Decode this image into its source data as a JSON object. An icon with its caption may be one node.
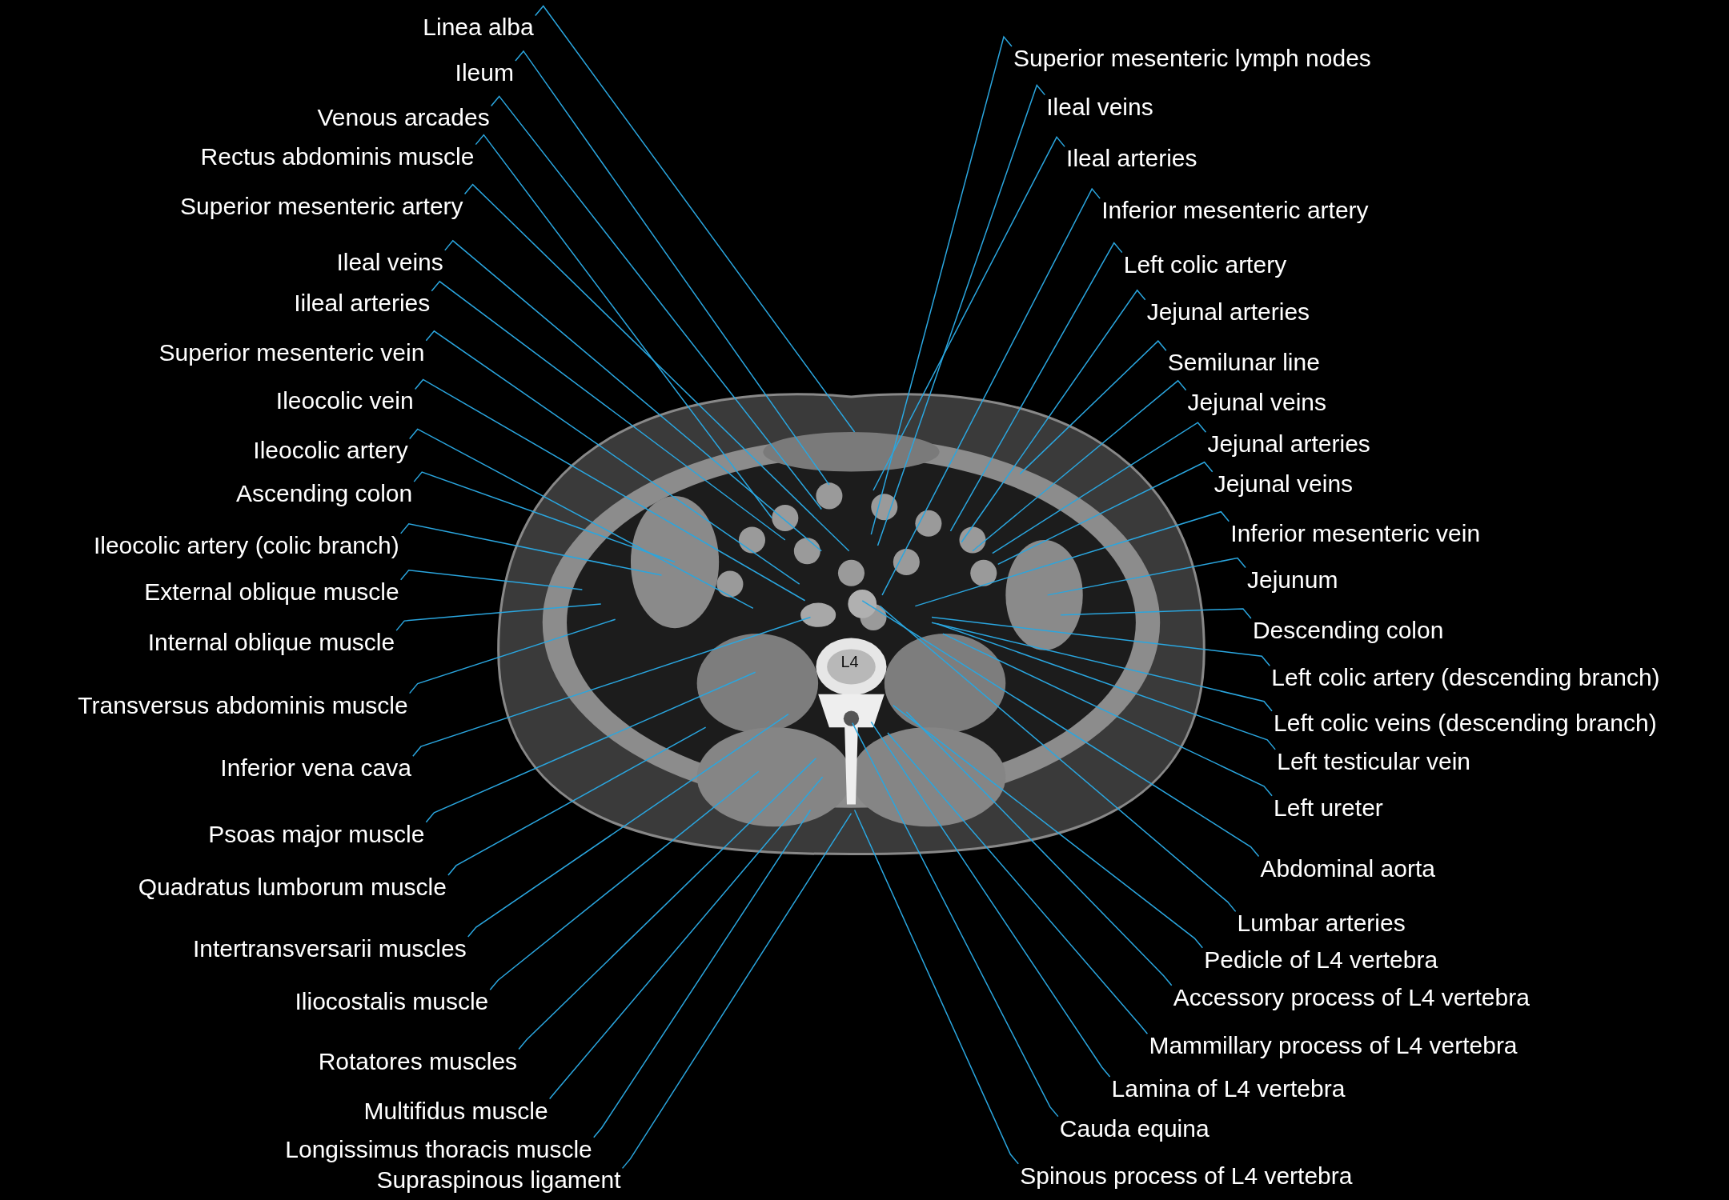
{
  "diagram": {
    "nodes": [
      {
        "text": [
          "Linea alba"
        ]
      },
      {
        "text": [
          "Ileum"
        ]
      },
      {
        "text": [
          "Venous arcades"
        ]
      },
      {
        "text": [
          "Rectus abdominis muscle"
        ]
      },
      {
        "text": [
          "Superior mesenteric artery"
        ]
      },
      {
        "text": [
          "Ileal veins"
        ]
      },
      {
        "text": [
          "Iileal arteries"
        ]
      },
      {
        "text": [
          "Superior mesenteric vein"
        ]
      },
      {
        "text": [
          "Ileocolic vein"
        ]
      },
      {
        "text": [
          "Ileocolic artery"
        ]
      },
      {
        "text": [
          "Ascending colon"
        ]
      },
      {
        "text": [
          "Ileocolic artery (colic branch)"
        ]
      },
      {
        "text": [
          "External oblique muscle"
        ]
      },
      {
        "text": [
          "Internal oblique muscle"
        ]
      },
      {
        "text": [
          "Transversus abdominis muscle"
        ]
      },
      {
        "text": [
          "Inferior vena cava"
        ]
      },
      {
        "text": [
          "Psoas major muscle"
        ]
      },
      {
        "text": [
          "Quadratus lumborum muscle"
        ]
      },
      {
        "text": [
          "Intertransversarii muscles"
        ]
      },
      {
        "text": [
          "Iliocostalis muscle"
        ]
      },
      {
        "text": [
          "Rotatores muscles"
        ]
      },
      {
        "text": [
          "Multifidus muscle"
        ]
      },
      {
        "text": [
          "Longissimus thoracis muscle"
        ]
      },
      {
        "text": [
          "Supraspinous ligament"
        ]
      },
      {
        "text": [
          "Superior mesenteric lymph nodes"
        ]
      },
      {
        "text": [
          "Ileal veins"
        ]
      },
      {
        "text": [
          "Ileal arteries"
        ]
      },
      {
        "text": [
          "Inferior mesenteric artery"
        ]
      },
      {
        "text": [
          "Left colic artery"
        ]
      },
      {
        "text": [
          "Jejunal arteries"
        ]
      },
      {
        "text": [
          "Semilunar line"
        ]
      },
      {
        "text": [
          "Jejunal veins"
        ]
      },
      {
        "text": [
          "Jejunal arteries"
        ]
      },
      {
        "text": [
          "Jejunal veins"
        ]
      },
      {
        "text": [
          "Inferior mesenteric vein"
        ]
      },
      {
        "text": [
          "Jejunum"
        ]
      },
      {
        "text": [
          "Descending colon"
        ]
      },
      {
        "text": [
          "Left colic artery (descending branch)"
        ]
      },
      {
        "text": [
          "Left colic veins (descending branch)"
        ]
      },
      {
        "text": [
          "Left testicular vein"
        ]
      },
      {
        "text": [
          "Left ureter"
        ]
      },
      {
        "text": [
          "Abdominal aorta"
        ]
      },
      {
        "text": [
          "Lumbar arteries"
        ]
      },
      {
        "text": [
          "Pedicle of L4 vertebra"
        ]
      },
      {
        "text": [
          "Accessory process of L4 vertebra"
        ]
      },
      {
        "text": [
          "Mammillary process of L4 vertebra"
        ]
      },
      {
        "text": [
          "Lamina of L4 vertebra"
        ]
      },
      {
        "text": [
          "Cauda equina"
        ]
      },
      {
        "text": [
          "Spinous process of L4 vertebra"
        ]
      }
    ],
    "edges": [
      {
        "from": 0,
        "to": null,
        "arrow": "none"
      },
      {
        "from": 1,
        "to": null,
        "arrow": "none"
      },
      {
        "from": 2,
        "to": null,
        "arrow": "none"
      },
      {
        "from": 3,
        "to": null,
        "arrow": "none"
      },
      {
        "from": 4,
        "to": null,
        "arrow": "none"
      },
      {
        "from": 5,
        "to": null,
        "arrow": "none"
      },
      {
        "from": 6,
        "to": null,
        "arrow": "none"
      },
      {
        "from": 7,
        "to": null,
        "arrow": "none"
      },
      {
        "from": 8,
        "to": null,
        "arrow": "none"
      },
      {
        "from": 9,
        "to": null,
        "arrow": "none"
      },
      {
        "from": 10,
        "to": null,
        "arrow": "none"
      },
      {
        "from": 11,
        "to": null,
        "arrow": "none"
      },
      {
        "from": 12,
        "to": null,
        "arrow": "none"
      },
      {
        "from": 13,
        "to": null,
        "arrow": "none"
      },
      {
        "from": 14,
        "to": null,
        "arrow": "none"
      },
      {
        "from": 15,
        "to": null,
        "arrow": "none"
      },
      {
        "from": 16,
        "to": null,
        "arrow": "none"
      },
      {
        "from": 17,
        "to": null,
        "arrow": "none"
      },
      {
        "from": 18,
        "to": null,
        "arrow": "none"
      },
      {
        "from": 19,
        "to": null,
        "arrow": "none"
      },
      {
        "from": 20,
        "to": null,
        "arrow": "none"
      },
      {
        "from": 21,
        "to": null,
        "arrow": "none"
      },
      {
        "from": 22,
        "to": null,
        "arrow": "none"
      },
      {
        "from": 23,
        "to": null,
        "arrow": "none"
      },
      {
        "from": 24,
        "to": null,
        "arrow": "none"
      },
      {
        "from": 25,
        "to": null,
        "arrow": "none"
      },
      {
        "from": 26,
        "to": null,
        "arrow": "none"
      },
      {
        "from": 27,
        "to": null,
        "arrow": "none"
      },
      {
        "from": 28,
        "to": null,
        "arrow": "none"
      },
      {
        "from": 29,
        "to": null,
        "arrow": "none"
      },
      {
        "from": 30,
        "to": null,
        "arrow": "none"
      },
      {
        "from": 31,
        "to": null,
        "arrow": "none"
      },
      {
        "from": 32,
        "to": null,
        "arrow": "none"
      },
      {
        "from": 33,
        "to": null,
        "arrow": "none"
      },
      {
        "from": 34,
        "to": null,
        "arrow": "none"
      },
      {
        "from": 35,
        "to": null,
        "arrow": "none"
      },
      {
        "from": 36,
        "to": null,
        "arrow": "none"
      },
      {
        "from": 37,
        "to": null,
        "arrow": "none"
      },
      {
        "from": 38,
        "to": null,
        "arrow": "none"
      },
      {
        "from": 39,
        "to": null,
        "arrow": "none"
      },
      {
        "from": 40,
        "to": null,
        "arrow": "none"
      },
      {
        "from": 41,
        "to": null,
        "arrow": "none"
      },
      {
        "from": 42,
        "to": null,
        "arrow": "none"
      },
      {
        "from": 43,
        "to": null,
        "arrow": "none"
      },
      {
        "from": 44,
        "to": null,
        "arrow": "none"
      },
      {
        "from": 45,
        "to": null,
        "arrow": "none"
      },
      {
        "from": 46,
        "to": null,
        "arrow": "none"
      },
      {
        "from": 47,
        "to": null,
        "arrow": "none"
      },
      {
        "from": 48,
        "to": null,
        "arrow": "none"
      }
    ],
    "labels": [
      "L4"
    ]
  }
}
